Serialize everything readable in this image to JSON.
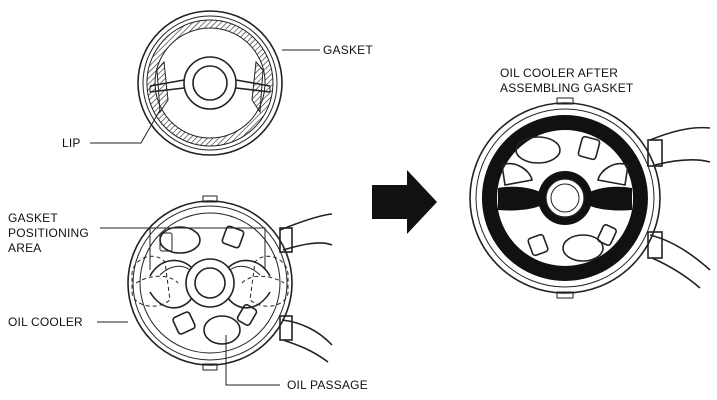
{
  "labels": {
    "gasket": "GASKET",
    "lip": "LIP",
    "gasket_positioning_area": [
      "GASKET",
      "POSITIONING",
      "AREA"
    ],
    "oil_cooler": "OIL COOLER",
    "oil_passage": "OIL PASSAGE",
    "after_assembling": [
      "OIL COOLER AFTER",
      "ASSEMBLING GASKET"
    ]
  },
  "colors": {
    "line": "#222222",
    "fill_dark": "#111111",
    "background": "#ffffff"
  }
}
